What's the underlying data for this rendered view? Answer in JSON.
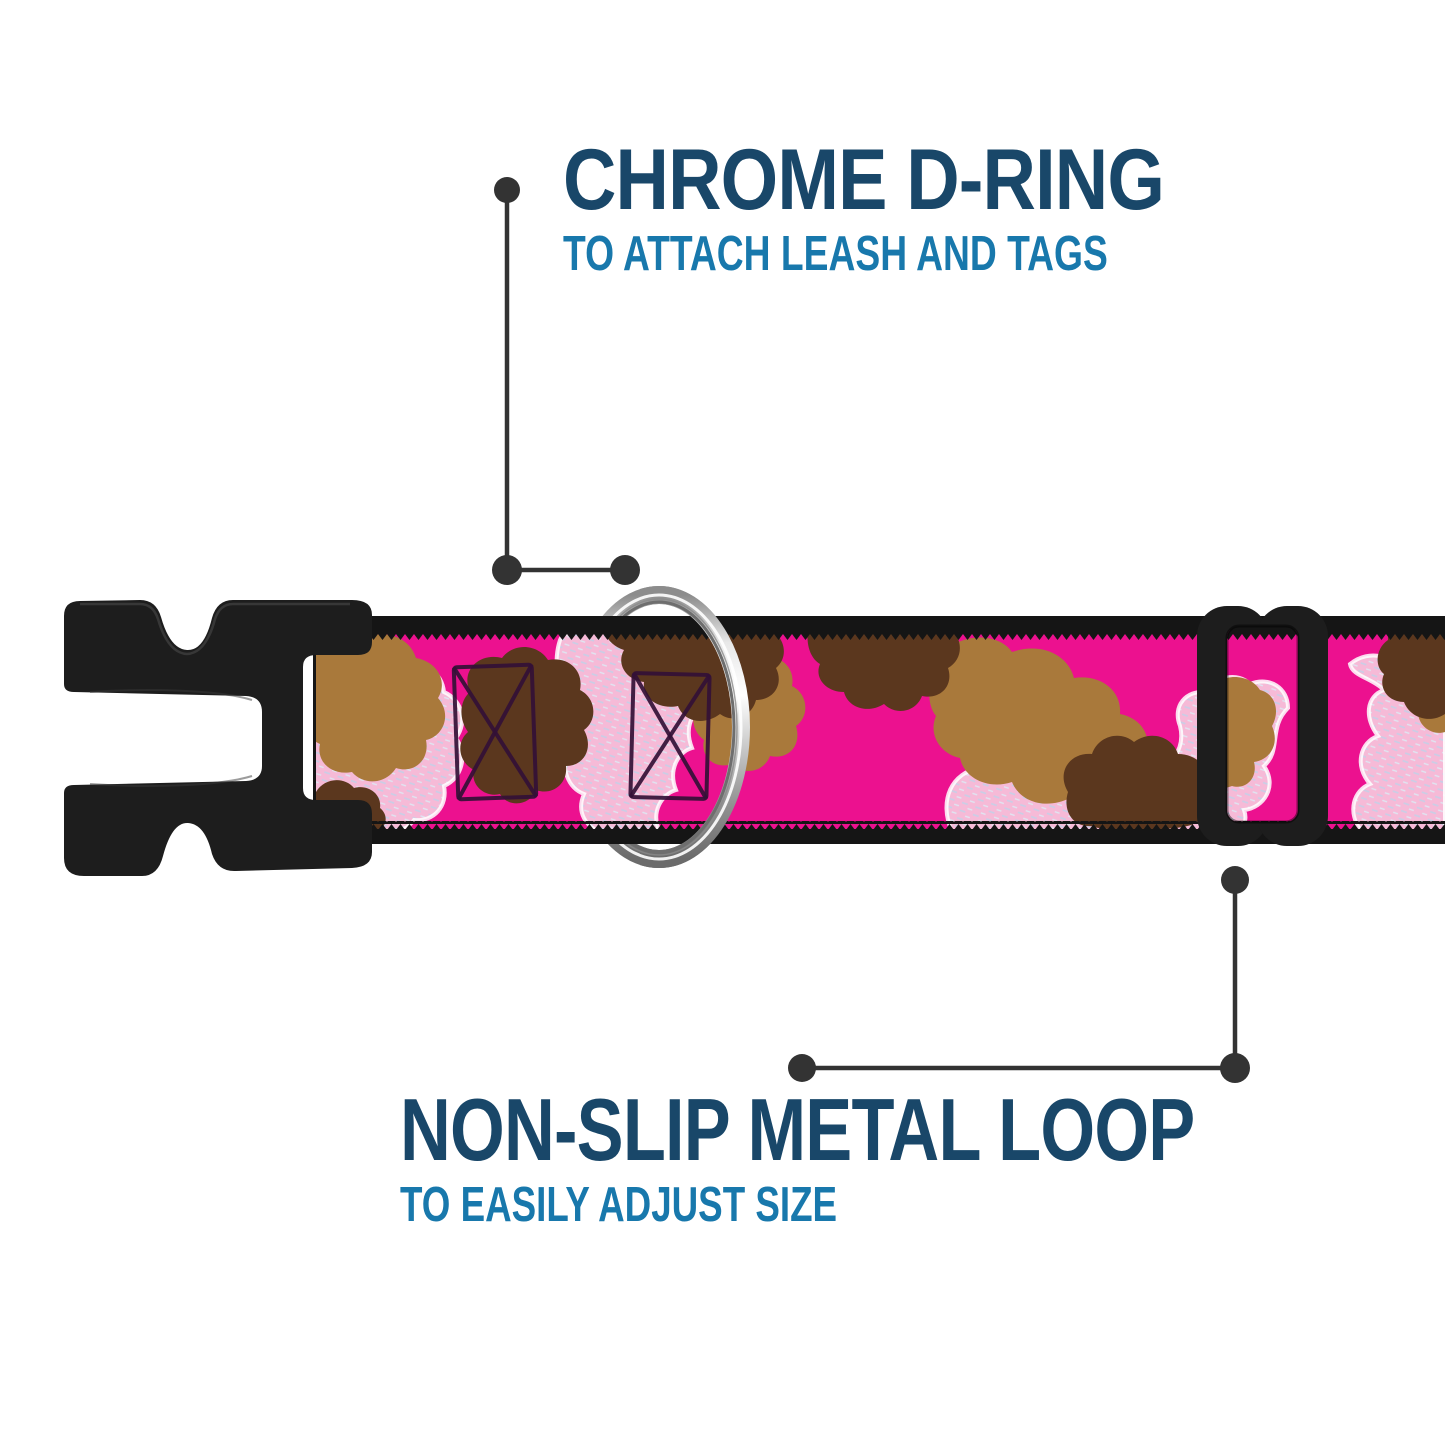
{
  "background": "#ffffff",
  "connector_color": "#333333",
  "callouts": {
    "d_ring": {
      "title": "CHROME D-RING",
      "subtitle": "TO ATTACH LEASH AND TAGS",
      "title_color": "#194769",
      "subtitle_color": "#1878AC"
    },
    "metal_loop": {
      "title": "NON-SLIP METAL LOOP",
      "subtitle": "TO EASILY ADJUST SIZE",
      "title_color": "#194769",
      "subtitle_color": "#1878AC"
    }
  },
  "collar": {
    "pattern": "pink-camouflage-webbing",
    "colors": {
      "magenta": "#EC118F",
      "light_pink": "#F6BAD7",
      "pink_weave_line": "#C7CFE6",
      "tan": "#A9793B",
      "dark_brown": "#5B371E",
      "edge_black": "#151515",
      "stitch": "#331036"
    },
    "hardware": {
      "buckle": {
        "name": "side-release-buckle",
        "color": "#1D1D1D"
      },
      "d_ring": {
        "name": "chrome-d-ring",
        "color": "#C9C9C9"
      },
      "slider": {
        "name": "tri-glide-slider",
        "color": "#1D1D1D"
      }
    }
  }
}
